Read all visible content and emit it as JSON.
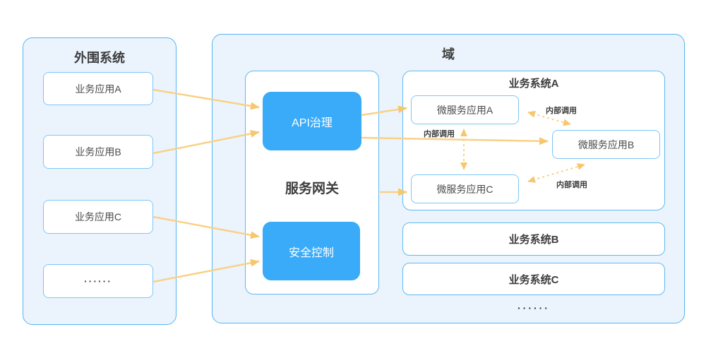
{
  "diagram": {
    "peripheral": {
      "title": "外围系统",
      "apps": [
        {
          "label": "业务应用A"
        },
        {
          "label": "业务应用B"
        },
        {
          "label": "业务应用C"
        },
        {
          "label": "······"
        }
      ]
    },
    "domain": {
      "title": "域",
      "gateway": {
        "title": "服务网关",
        "modules": [
          {
            "label": "API治理"
          },
          {
            "label": "安全控制"
          }
        ]
      },
      "system_a": {
        "title": "业务系统A",
        "services": [
          {
            "label": "微服务应用A"
          },
          {
            "label": "微服务应用B"
          },
          {
            "label": "微服务应用C"
          }
        ],
        "internal_calls": [
          {
            "label": "内部调用"
          },
          {
            "label": "内部调用"
          },
          {
            "label": "内部调用"
          }
        ]
      },
      "system_b": {
        "title": "业务系统B"
      },
      "system_c": {
        "title": "业务系统C"
      },
      "more": "······"
    },
    "connections": [
      {
        "from": "业务应用A",
        "to": "API治理",
        "style": "solid"
      },
      {
        "from": "业务应用B",
        "to": "API治理",
        "style": "solid"
      },
      {
        "from": "业务应用C",
        "to": "安全控制",
        "style": "solid"
      },
      {
        "from": "······",
        "to": "安全控制",
        "style": "solid"
      },
      {
        "from": "API治理",
        "to": "微服务应用A",
        "style": "solid"
      },
      {
        "from": "API治理",
        "to": "微服务应用B",
        "style": "solid"
      },
      {
        "from": "服务网关",
        "to": "微服务应用C",
        "style": "solid"
      },
      {
        "from": "微服务应用A",
        "to": "微服务应用B",
        "style": "dashed-bidirectional",
        "label": "内部调用"
      },
      {
        "from": "微服务应用A",
        "to": "微服务应用C",
        "style": "dashed-bidirectional",
        "label": "内部调用"
      },
      {
        "from": "微服务应用B",
        "to": "微服务应用C",
        "style": "dashed-bidirectional",
        "label": "内部调用"
      }
    ],
    "palette": {
      "panel_fill": "#EBF4FD",
      "panel_border": "#55B4F0",
      "small_box_border": "#7CC7F6",
      "module_fill": "#3AABF8",
      "arrow_line": "#F9D186",
      "arrow_head": "#F6C76E",
      "text_dark": "#3D3D3D"
    }
  }
}
